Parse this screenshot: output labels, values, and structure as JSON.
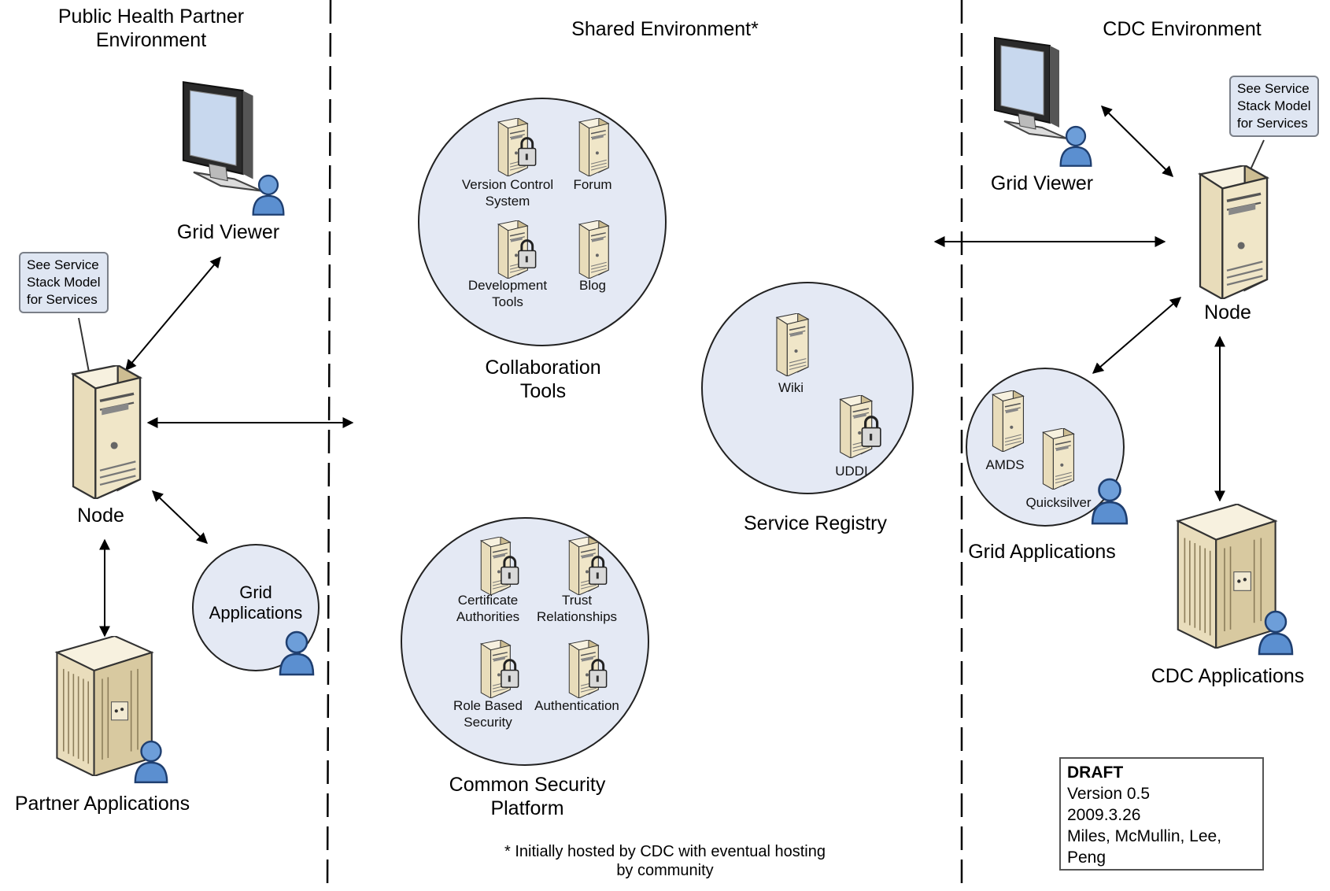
{
  "zones": {
    "partner": "Public Health Partner\nEnvironment",
    "shared": "Shared Environment*",
    "cdc": "CDC Environment"
  },
  "partner_side": {
    "callout": "See Service\nStack Model\nfor Services",
    "grid_viewer": "Grid Viewer",
    "node": "Node",
    "grid_applications": "Grid\nApplications",
    "partner_applications": "Partner Applications"
  },
  "shared_side": {
    "collaboration": {
      "title": "Collaboration\nTools",
      "items": [
        "Version Control\nSystem",
        "Forum",
        "Development\nTools",
        "Blog"
      ]
    },
    "security": {
      "title": "Common Security\nPlatform",
      "items": [
        "Certificate\nAuthorities",
        "Trust\nRelationships",
        "Role Based\nSecurity",
        "Authentication"
      ]
    },
    "registry": {
      "title": "Service Registry",
      "items": [
        "Wiki",
        "UDDI"
      ]
    },
    "footnote": "* Initially hosted by CDC with eventual hosting\nby community"
  },
  "cdc_side": {
    "callout": "See Service\nStack Model\nfor Services",
    "grid_viewer": "Grid Viewer",
    "node": "Node",
    "grid_applications": {
      "title": "Grid Applications",
      "items": [
        "AMDS",
        "Quicksilver"
      ]
    },
    "cdc_applications": "CDC Applications"
  },
  "draft_box": {
    "title": "DRAFT",
    "version": "Version 0.5",
    "date": "2009.3.26",
    "authors": "Miles, McMullin, Lee,\nPeng"
  },
  "colors": {
    "circle_fill": "#e4e9f4",
    "server_body": "#efe6cc",
    "server_dark": "#c9b98e",
    "user_icon": "#5b8fd0",
    "monitor_screen": "#c8d8ee"
  }
}
